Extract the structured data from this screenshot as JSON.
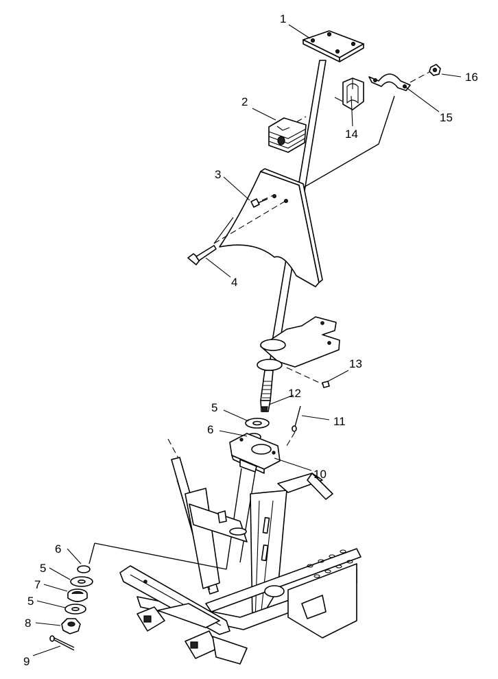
{
  "callouts": {
    "c1": "1",
    "c2": "2",
    "c3": "3",
    "c4": "4",
    "c5a": "5",
    "c6a": "6",
    "c6b": "6",
    "c5b": "5",
    "c7": "7",
    "c5c": "5",
    "c8": "8",
    "c9": "9",
    "c10": "10",
    "c11": "11",
    "c12": "12",
    "c13": "13",
    "c14": "14",
    "c15": "15",
    "c16": "16"
  }
}
